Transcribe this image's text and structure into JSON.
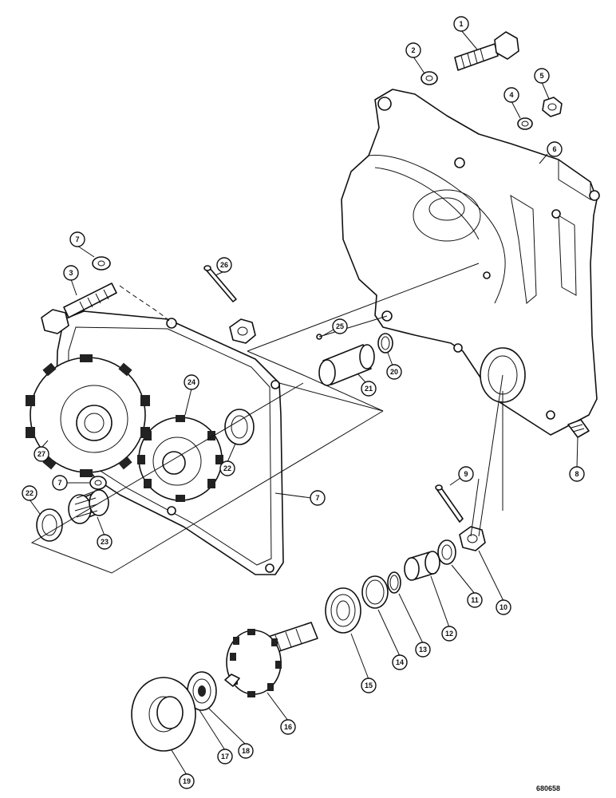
{
  "figure": {
    "id_label": "680658"
  },
  "callouts": [
    {
      "key": "c1",
      "label": "1"
    },
    {
      "key": "c2",
      "label": "2"
    },
    {
      "key": "c3",
      "label": "3"
    },
    {
      "key": "c4",
      "label": "4"
    },
    {
      "key": "c5",
      "label": "5"
    },
    {
      "key": "c6",
      "label": "6"
    },
    {
      "key": "c7a",
      "label": "7"
    },
    {
      "key": "c7b",
      "label": "7"
    },
    {
      "key": "c7c",
      "label": "7"
    },
    {
      "key": "c8",
      "label": "8"
    },
    {
      "key": "c9",
      "label": "9"
    },
    {
      "key": "c10",
      "label": "10"
    },
    {
      "key": "c11",
      "label": "11"
    },
    {
      "key": "c12",
      "label": "12"
    },
    {
      "key": "c13",
      "label": "13"
    },
    {
      "key": "c14",
      "label": "14"
    },
    {
      "key": "c15",
      "label": "15"
    },
    {
      "key": "c16",
      "label": "16"
    },
    {
      "key": "c17",
      "label": "17"
    },
    {
      "key": "c18",
      "label": "18"
    },
    {
      "key": "c19",
      "label": "19"
    },
    {
      "key": "c20",
      "label": "20"
    },
    {
      "key": "c21",
      "label": "21"
    },
    {
      "key": "c22a",
      "label": "22"
    },
    {
      "key": "c22b",
      "label": "22"
    },
    {
      "key": "c23",
      "label": "23"
    },
    {
      "key": "c24",
      "label": "24"
    },
    {
      "key": "c25",
      "label": "25"
    },
    {
      "key": "c26",
      "label": "26"
    },
    {
      "key": "c27",
      "label": "27"
    }
  ]
}
